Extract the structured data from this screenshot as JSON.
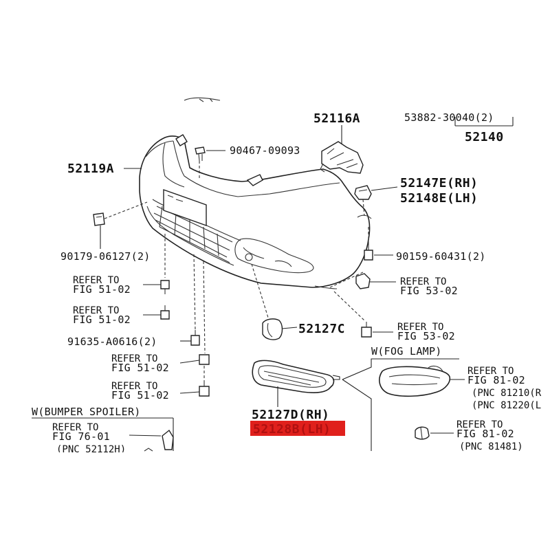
{
  "labels": {
    "p52116A": "52116A",
    "p53882": "53882-30040(2)",
    "p52140": "52140",
    "p52119A": "52119A",
    "p90467": "90467-09093",
    "p52147E": "52147E(RH)",
    "p52148E": "52148E(LH)",
    "p90179": "90179-06127(2)",
    "p90159": "90159-60431(2)",
    "ref1_a": "REFER TO",
    "ref1_b": "FIG 51-02",
    "ref2_a": "REFER TO",
    "ref2_b": "FIG 51-02",
    "ref3_a": "REFER TO",
    "ref3_b": "FIG 53-02",
    "p52127C": "52127C",
    "ref4_a": "REFER TO",
    "ref4_b": "FIG 53-02",
    "p91635": "91635-A0616(2)",
    "ref5_a": "REFER TO",
    "ref5_b": "FIG 51-02",
    "ref6_a": "REFER TO",
    "ref6_b": "FIG 51-02",
    "fog_lamp": "W(FOG LAMP)",
    "ref7_a": "REFER TO",
    "ref7_b": "FIG 81-02",
    "pnc_81210": "(PNC 81210(R",
    "pnc_81220": "(PNC 81220(L",
    "bumper_spoiler": "W(BUMPER SPOILER)",
    "ref8_a": "REFER TO",
    "ref8_b": "FIG 76-01",
    "pnc_52112": "(PNC 52112H)",
    "p52127D": "52127D(RH)",
    "p52128B": "52128B(LH)",
    "ref9_a": "REFER TO",
    "ref9_b": "FIG 81-02",
    "pnc_81481": "(PNC 81481)"
  },
  "colors": {
    "highlight": "#e0201c",
    "ink": "#111111",
    "background": "#ffffff"
  }
}
